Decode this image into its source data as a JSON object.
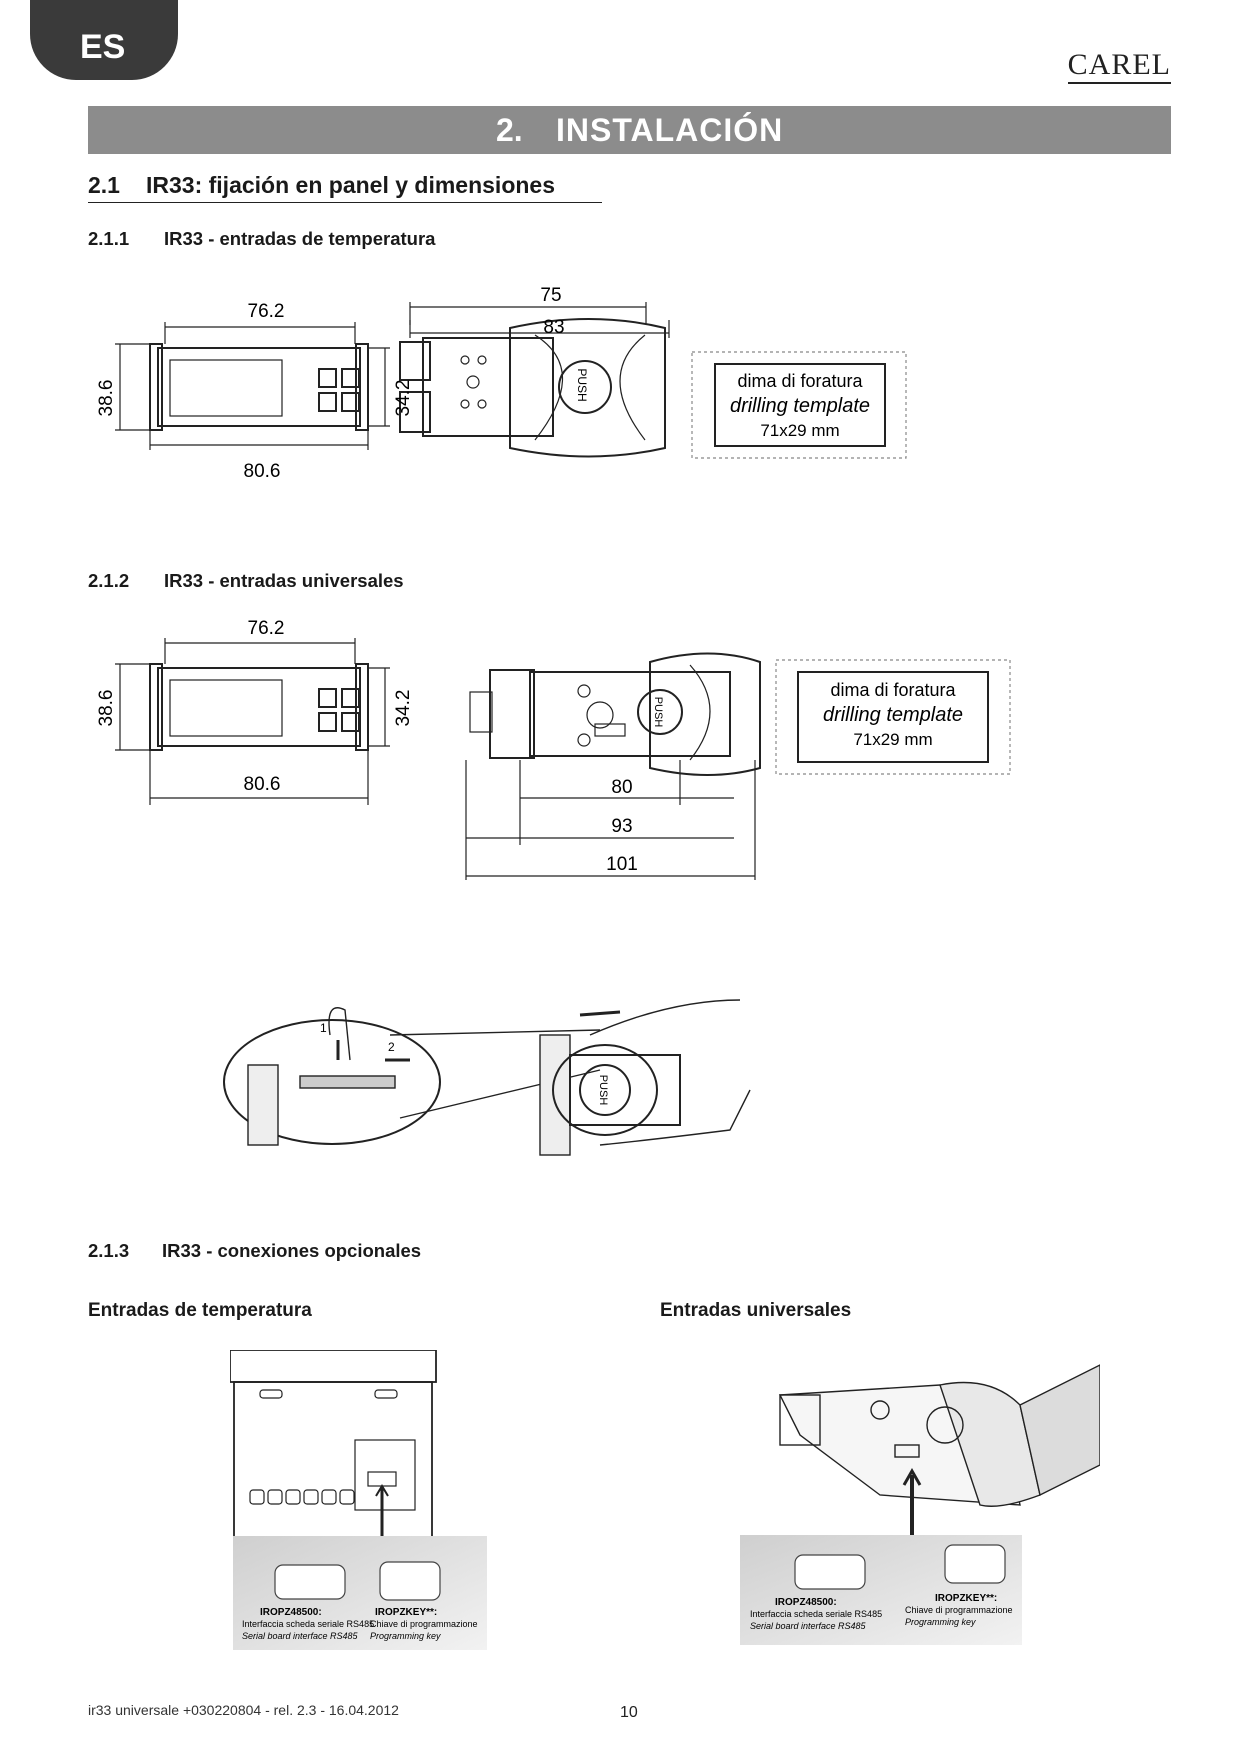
{
  "header": {
    "lang_tab": "ES",
    "logo": "CAREL"
  },
  "chapter": {
    "number": "2.",
    "title": "INSTALACIÓN"
  },
  "section": {
    "number": "2.1",
    "title": "IR33: fijación en panel y dimensiones"
  },
  "sub1": {
    "number": "2.1.1",
    "title": "IR33 - entradas de temperatura"
  },
  "sub2": {
    "number": "2.1.2",
    "title": "IR33 - entradas universales"
  },
  "sub3": {
    "number": "2.1.3",
    "title": "IR33 - conexiones opcionales"
  },
  "fig1": {
    "front_width_top": "76.2",
    "front_width_bottom": "80.6",
    "front_height_outer": "38.6",
    "front_height_inner": "34.2",
    "side_dim_1": "75",
    "side_dim_2": "83",
    "push": "PUSH",
    "template_line1": "dima di foratura",
    "template_line2": "drilling template",
    "template_line3": "71x29 mm"
  },
  "fig2": {
    "front_width_top": "76.2",
    "front_width_bottom": "80.6",
    "front_height_outer": "38.6",
    "front_height_inner": "34.2",
    "side_dim_1": "80",
    "side_dim_2": "93",
    "side_dim_3": "101",
    "push": "PUSH",
    "template_line1": "dima di foratura",
    "template_line2": "drilling template",
    "template_line3": "71x29 mm"
  },
  "fig3": {
    "step1": "1",
    "step2": "2",
    "push": "PUSH"
  },
  "optional": {
    "left_heading": "Entradas de temperatura",
    "right_heading": "Entradas universales",
    "left": {
      "acc1_code": "IROPZ48500:",
      "acc1_line1": "Interfaccia scheda seriale RS485",
      "acc1_line2": "Serial board interface RS485",
      "acc2_code": "IROPZKEY**:",
      "acc2_line1": "Chiave di programmazione",
      "acc2_line2": "Programming key"
    },
    "right": {
      "acc1_code": "IROPZ48500:",
      "acc1_line1": "Interfaccia scheda seriale RS485",
      "acc1_line2": "Serial board interface RS485",
      "acc2_code": "IROPZKEY**:",
      "acc2_line1": "Chiave di programmazione",
      "acc2_line2": "Programming key"
    }
  },
  "footer": {
    "text": "ir33 universale  +030220804 - rel. 2.3 - 16.04.2012",
    "page": "10"
  }
}
